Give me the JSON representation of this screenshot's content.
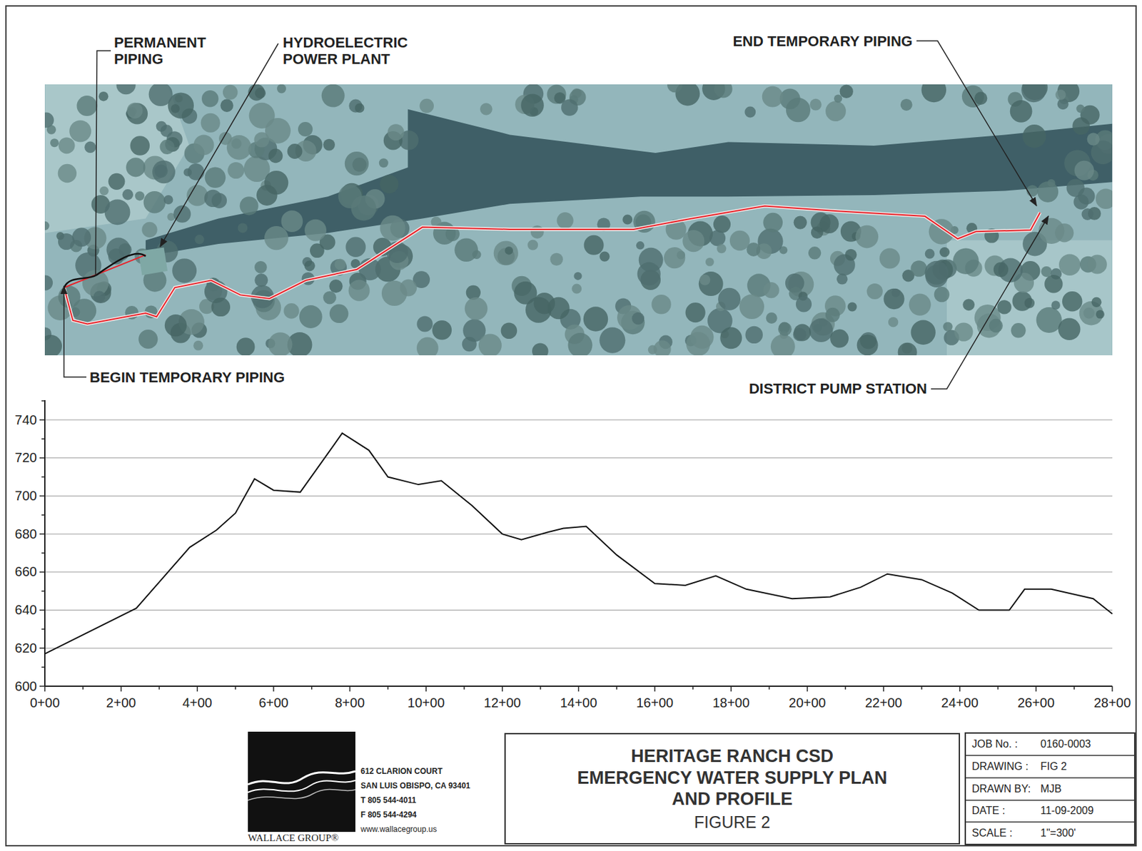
{
  "diagram": {
    "nodes": [
      {
        "text": [
          "HERITAGE RANCH CSD EMERGENCY WATER SUPPLY PLAN AND PROFILE",
          "FIGURE 2"
        ]
      }
    ],
    "labels": [
      "PERMANENT PIPING",
      "HYDROELECTRIC POWER PLANT",
      "END TEMPORARY PIPING",
      "BEGIN TEMPORARY PIPING",
      "DISTRICT PUMP STATION",
      "740",
      "720",
      "700",
      "680",
      "660",
      "640",
      "620",
      "600",
      "0+00",
      "2+00",
      "4+00",
      "6+00",
      "8+00",
      "10+00",
      "12+00",
      "14+00",
      "16+00",
      "18+00",
      "20+00",
      "22+00",
      "24+00",
      "26+00",
      "28+00",
      "612 CLARION COURT",
      "SAN LUIS OBISPO, CA 93401",
      "T 805 544-4011",
      "F 805 544-4294",
      "www.wallacegroup.us",
      "WALLACE GROUP®",
      "JOB No. :",
      "0160-0003",
      "DRAWING :",
      "FIG 2",
      "DRAWN BY:",
      "MJB",
      "DATE :",
      "11-09-2009",
      "SCALE :",
      "1\"=300'"
    ]
  }
}
